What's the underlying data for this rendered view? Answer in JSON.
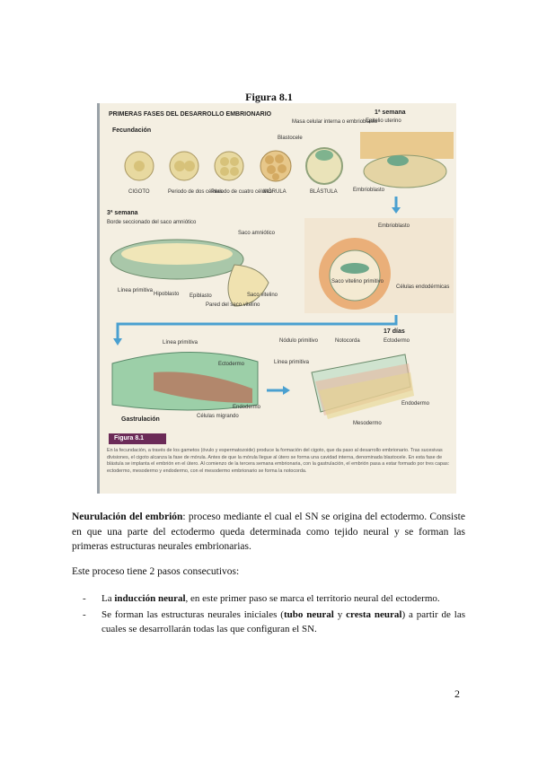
{
  "figure": {
    "title": "Figura 8.1",
    "diagram_header": "PRIMERAS FASES DEL DESARROLLO EMBRIONARIO",
    "labels": {
      "fecundacion": "Fecundación",
      "cigoto": "CIGOTO",
      "periodo_dos": "Periodo de dos células",
      "periodo_cuatro": "Periodo de cuatro células",
      "morula": "MÓRULA",
      "blastula": "BLÁSTULA",
      "blastocele": "Blastocele",
      "masa_celular": "Masa celular interna o embrioblasto",
      "semana_1": "1ª semana",
      "epitelio": "Epitelio uterino",
      "embrioblasto_1": "Embrioblasto",
      "semana_3": "3ª semana",
      "borde": "Borde seccionado del saco amniótico",
      "saco_amniotico": "Saco amniótico",
      "embrioblasto_2": "Embrioblasto",
      "saco_vitelino_1": "Saco vitelino primitivo",
      "celulas_endo": "Células endodérmicas",
      "linea_1": "Línea primitiva",
      "hipoblasto": "Hipoblasto",
      "epiblasto": "Epiblasto",
      "pared": "Pared del saco vitelino",
      "saco_vitelino_2": "Saco vitelino",
      "linea_2": "Línea primitiva",
      "ectodermo_1": "Ectodermo",
      "endodermo_1": "Endodermo",
      "celulas_migrando": "Células migrando",
      "gastrulacion": "Gastrulación",
      "dias_17": "17 días",
      "nodulo": "Nódulo primitivo",
      "notocorda": "Notocorda",
      "ectodermo_2": "Ectodermo",
      "linea_3": "Línea primitiva",
      "endodermo_2": "Endodermo",
      "mesodermo": "Mesodermo"
    },
    "label_box": "Figura 8.1",
    "caption": "En la fecundación, a través de los gametos (óvulo y espermatozoide) produce la formación del cigoto, que da paso al desarrollo embrionario. Tras sucesivas divisiones, el cigoto alcanza la fase de mórula. Antes de que la mórula llegue al útero se forma una cavidad interna, denominada blastocele. En esta fase de blástula se implanta el embrión en el útero. Al comienzo de la tercera semana embrionaria, con la gastrulación, el embrión pasa a estar formado por tres capas: ectodermo, mesodermo y endodermo, con el mesodermo embrionario se forma la notocorda."
  },
  "text": {
    "p1_bold": "Neurulación del embrión",
    "p1_rest": ": proceso mediante el cual el SN se origina del ectodermo. Consiste en que una parte del ectodermo queda determinada como tejido neural y se forman las primeras estructuras neurales embrionarias.",
    "p2": "Este proceso tiene 2 pasos consecutivos:",
    "item1_a": "La ",
    "item1_bold": "inducción neural",
    "item1_b": ", en este primer paso se marca el territorio neural del ectodermo.",
    "item2_a": "Se forman las estructuras neurales iniciales (",
    "item2_bold1": "tubo neural",
    "item2_and": " y ",
    "item2_bold2": "cresta neural",
    "item2_b": ") a partir de las cuales se desarrollarán todas las que configuran el SN.",
    "dash": "-"
  },
  "page_number": "2"
}
